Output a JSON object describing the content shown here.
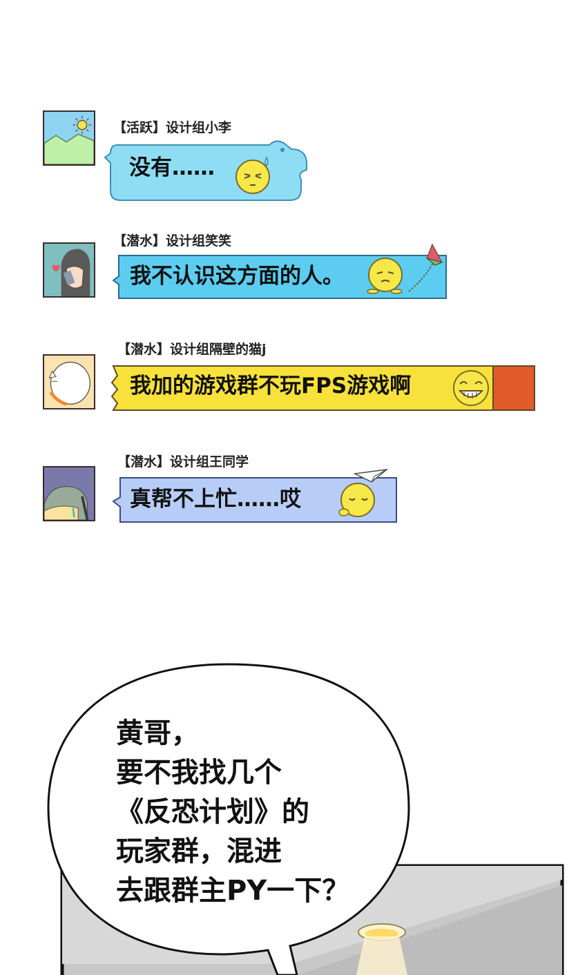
{
  "messages": [
    {
      "username": "【活跃】设计组小李",
      "text": "没有……"
    },
    {
      "username": "【潜水】设计组笑笑",
      "text": "我不认识这方面的人。"
    },
    {
      "username": "【潜水】设计组隔壁的猫j",
      "text": "我加的游戏群不玩FPS游戏啊"
    },
    {
      "username": "【潜水】设计组王同学",
      "text": "真帮不上忙……哎"
    }
  ],
  "speech": {
    "lines": [
      "黄哥，",
      "要不我找几个",
      "《反恐计划》的",
      "玩家群，混进",
      "去跟群主PY一下？"
    ]
  },
  "colors": {
    "bubble_blue": "#8fdcf5",
    "bubble_cyan": "#5ccdf0",
    "bubble_yellow": "#f7e13a",
    "bubble_orange": "#e05a2a",
    "bubble_lavender": "#b7cdf7",
    "emoji_yellow": "#f7e84a"
  }
}
